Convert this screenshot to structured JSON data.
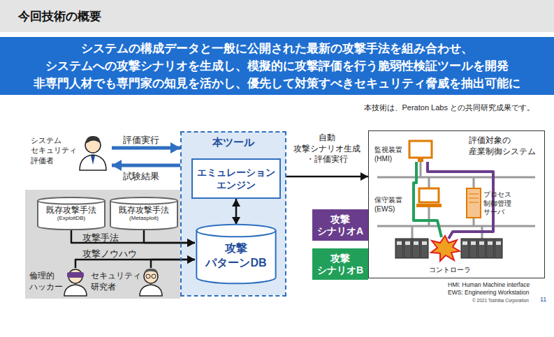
{
  "diagram": {
    "title": "今回技術の概要",
    "nodes": [
      {
        "text": [
          "システムの構成データと一般に公開された最新の攻撃手法を組み合わせ、",
          "システムへの攻撃シナリオを生成し、模擬的に攻撃評価を行う脆弱性検証ツールを開発",
          "非専門人材でも専門家の知見を活かし、優先して対策すべきセキュリティ脅威を抽出可能に"
        ]
      },
      {
        "text": [
          "システム セキュリティ 評価者"
        ]
      },
      {
        "text": [
          "本ツール"
        ]
      },
      {
        "text": [
          "エミュレーション エンジン"
        ],
        "in": 2
      },
      {
        "text": [
          "攻撃 パターンDB"
        ],
        "in": 2
      },
      {
        "text": [
          "既存攻撃手法",
          "(ExploitDB)"
        ]
      },
      {
        "text": [
          "既存攻撃手法",
          "(Metasploit)"
        ]
      },
      {
        "text": [
          "倫理的 ハッカー"
        ]
      },
      {
        "text": [
          "セキュリティ 研究者"
        ]
      },
      {
        "text": [
          "評価対象の 産業制御システム"
        ]
      },
      {
        "text": [
          "監視装置 (HMI)"
        ],
        "in": 9
      },
      {
        "text": [
          "保守装置 (EWS)"
        ],
        "in": 9
      },
      {
        "text": [
          "プロセス 制御管理 サーバ"
        ],
        "in": 9
      },
      {
        "text": [
          "コントローラ"
        ],
        "in": 9
      },
      {
        "text": [
          "攻撃 シナリオA"
        ]
      },
      {
        "text": [
          "攻撃 シナリオB"
        ]
      }
    ],
    "edges": [
      {
        "from": 1,
        "to": 2,
        "arrow": "to",
        "label": "評価実行"
      },
      {
        "from": 2,
        "to": 1,
        "arrow": "to",
        "label": "試験結果"
      },
      {
        "from": 3,
        "to": 4,
        "arrow": "both"
      },
      {
        "from": 2,
        "to": 9,
        "arrow": "to",
        "label": "自動 攻撃シナリオ生成 ・評価実行"
      },
      {
        "from": 5,
        "to": 4,
        "arrow": "to",
        "label": "攻撃手法"
      },
      {
        "from": 6,
        "to": 4,
        "arrow": "to"
      },
      {
        "from": 7,
        "to": 4,
        "arrow": "to",
        "label": "攻撃ノウハウ"
      },
      {
        "from": 8,
        "to": 4,
        "arrow": "to"
      }
    ],
    "labels": [
      "本技術は、Peraton Labs との共同研究成果です。",
      "HMI: Human Machine interface",
      "EWS: Engineering Workstation",
      "© 2021 Toshiba Corporation",
      "11"
    ]
  }
}
